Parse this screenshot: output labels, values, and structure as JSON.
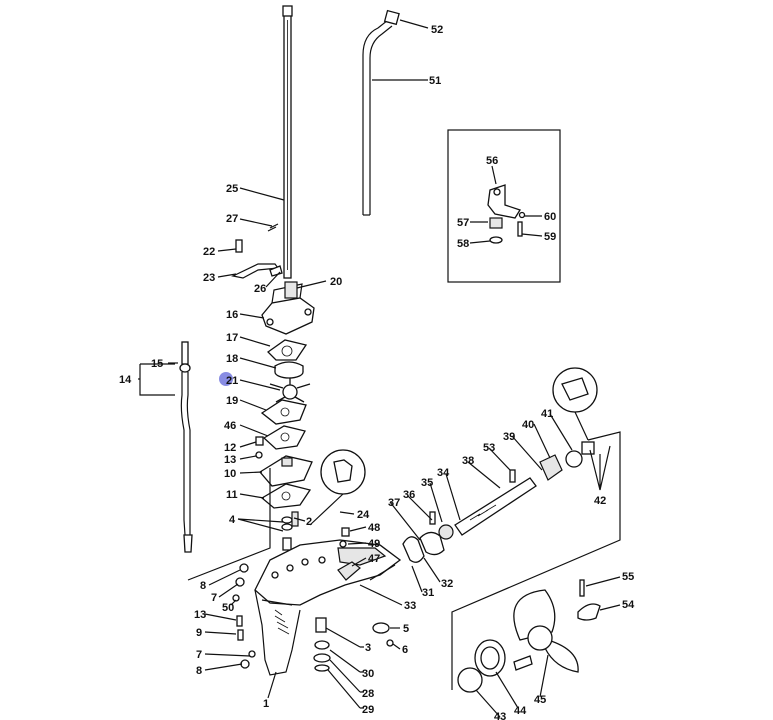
{
  "diagram": {
    "labels": {
      "l1": "1",
      "l2": "2",
      "l3": "3",
      "l4": "4",
      "l5": "5",
      "l6": "6",
      "l7a": "7",
      "l7b": "7",
      "l8a": "8",
      "l8b": "8",
      "l9": "9",
      "l10": "10",
      "l11": "11",
      "l12": "12",
      "l13a": "13",
      "l13b": "13",
      "l14": "14",
      "l15": "15",
      "l16": "16",
      "l17": "17",
      "l18": "18",
      "l19": "19",
      "l20": "20",
      "l21": "21",
      "l22": "22",
      "l23": "23",
      "l24": "24",
      "l25": "25",
      "l26": "26",
      "l27": "27",
      "l28": "28",
      "l29": "29",
      "l30": "30",
      "l31": "31",
      "l32": "32",
      "l33": "33",
      "l34": "34",
      "l35": "35",
      "l36": "36",
      "l37": "37",
      "l38": "38",
      "l39": "39",
      "l40": "40",
      "l41": "41",
      "l42": "42",
      "l43": "43",
      "l44": "44",
      "l45": "45",
      "l46": "46",
      "l47": "47",
      "l48": "48",
      "l49": "49",
      "l50": "50",
      "l51": "51",
      "l52": "52",
      "l53": "53",
      "l54": "54",
      "l55": "55",
      "l56": "56",
      "l57": "57",
      "l58": "58",
      "l59": "59",
      "l60": "60"
    },
    "marker_color": "#7b7fe0"
  }
}
